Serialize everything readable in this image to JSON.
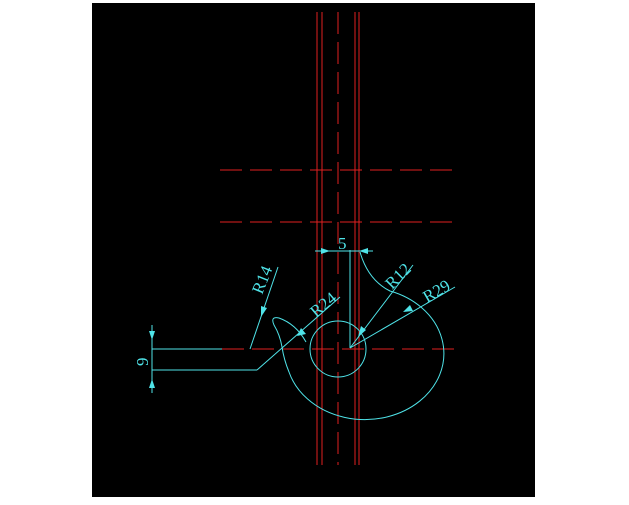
{
  "drawing": {
    "background": "#000000",
    "centerline_color": "#e02020",
    "geometry_color": "#4fe3e8",
    "dimensions": {
      "r14": "R14",
      "r24": "R24",
      "r12": "R12",
      "r29": "R29",
      "offset": "5",
      "height": "9"
    }
  }
}
